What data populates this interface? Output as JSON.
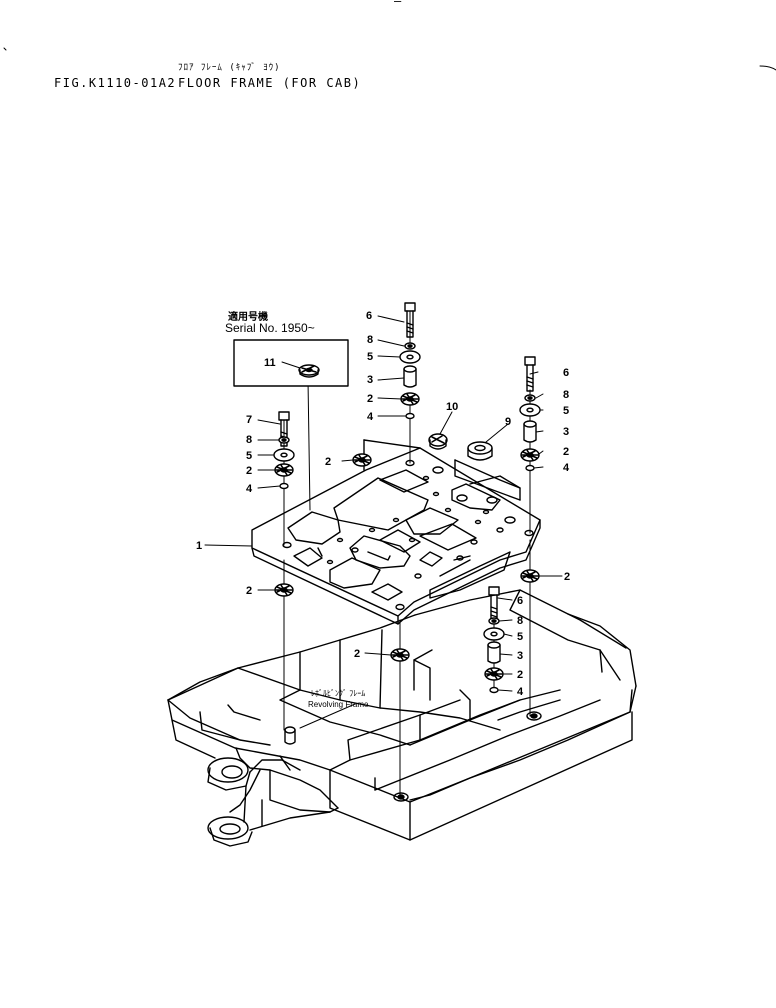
{
  "header": {
    "top_mark": "—",
    "title_japanese": "ﾌﾛｱ ﾌﾚｰﾑ (ｷｬﾌﾞ ﾖｳ)",
    "figure_id": "FIG.K1110-01A2",
    "title": "FLOOR FRAME (FOR CAB)"
  },
  "serial_note": {
    "japanese": "適用号機",
    "text": "Serial No. 1950~"
  },
  "frame_label": {
    "japanese": "ﾚﾎﾞﾙﾋﾞﾝｸﾞ ﾌﾚｰﾑ",
    "english": "Revolving Frame"
  },
  "callouts": [
    "1",
    "2",
    "3",
    "4",
    "5",
    "6",
    "7",
    "8",
    "9",
    "10",
    "11"
  ]
}
